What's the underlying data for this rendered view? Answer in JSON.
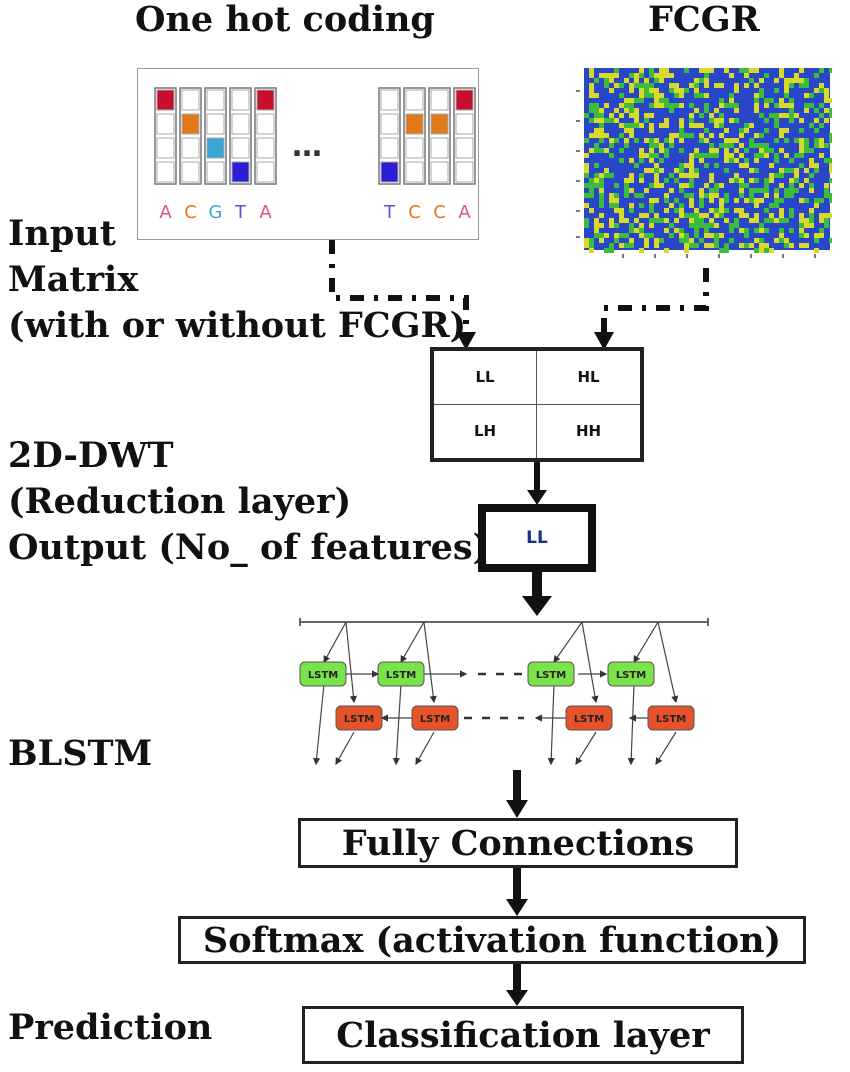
{
  "top_labels": {
    "left": "One hot coding",
    "right": "FCGR"
  },
  "side_labels": {
    "input_1": "Input",
    "input_2": "Matrix",
    "input_3": "(with or without FCGR)",
    "dwt_1": "2D-DWT",
    "dwt_2": "(Reduction layer)",
    "dwt_3": "Output (No_ of features)",
    "blstm": "BLSTM",
    "prediction": "Prediction"
  },
  "onehot": {
    "left_letters": [
      "A",
      "C",
      "G",
      "T",
      "A"
    ],
    "right_letters": [
      "T",
      "C",
      "C",
      "A"
    ],
    "ellipsis": "…",
    "colors": {
      "red": "#c8102e",
      "orange": "#e07a1a",
      "cyan": "#3aa6d6",
      "blue": "#2a1fd6",
      "A": "#e0508a",
      "C": "#e07a1a",
      "G": "#3aa6d6",
      "T": "#6a4fd6"
    }
  },
  "fcgr": {
    "colors": {
      "base": "#2a46c8",
      "speck_a": "#3dbb3d",
      "speck_b": "#d9d92a"
    }
  },
  "dwt": {
    "cells": [
      "LL",
      "HL",
      "LH",
      "HH"
    ],
    "output": "LL"
  },
  "blstm": {
    "forward_label": "LSTM",
    "backward_label": "LSTM",
    "colors": {
      "forward": "#7be34a",
      "backward": "#e8522a"
    }
  },
  "boxes": {
    "fully": "Fully Connections",
    "softmax": "Softmax (activation function)",
    "classification": "Classification layer"
  }
}
